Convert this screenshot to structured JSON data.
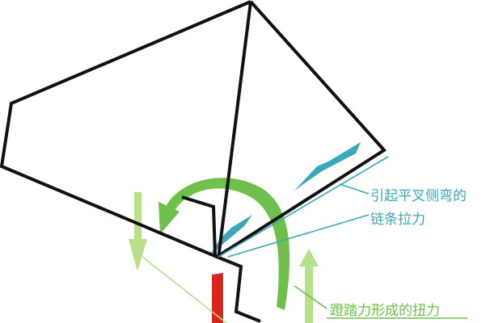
{
  "labels": {
    "chain_tension_line1": "引起平叉侧弯的",
    "chain_tension_line2": "链条拉力",
    "pedal_torque": "蹬踏力形成的扭力"
  },
  "colors": {
    "frame": "#111111",
    "chain_force": "#3aa8b8",
    "pedal_torque": "#6fc04a",
    "pedal_force_light": "#b6e08a",
    "red_force": "#d9261c"
  }
}
